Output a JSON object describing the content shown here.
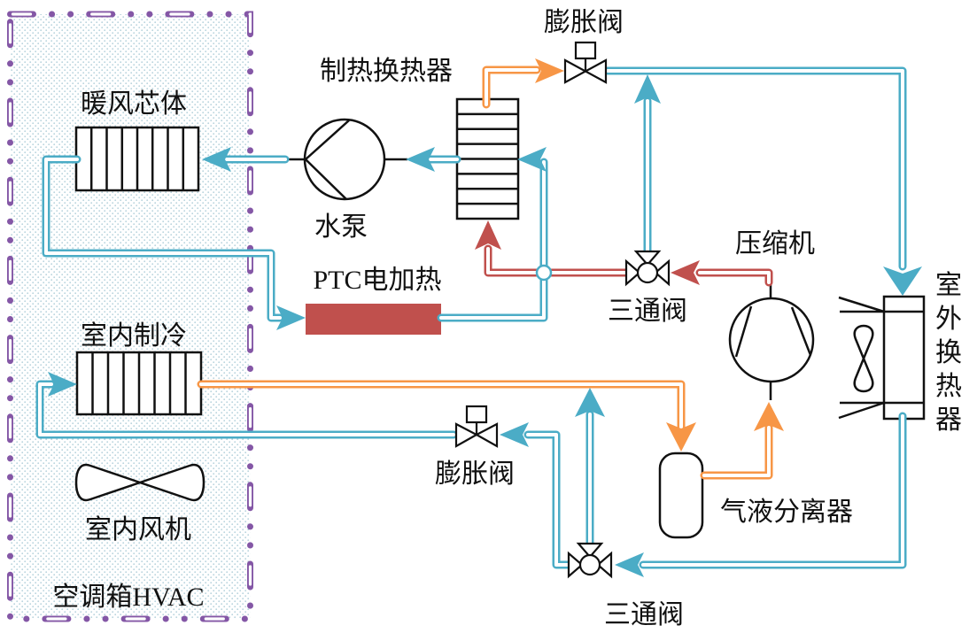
{
  "diagram": {
    "type": "heat-pump-hvac-schematic",
    "labels": {
      "heater_core": "暖风芯体",
      "heating_heat_exchanger": "制热换热器",
      "expansion_valve_top": "膨胀阀",
      "water_pump": "水泵",
      "ptc_heater": "PTC电加热",
      "compressor": "压缩机",
      "three_way_valve_top": "三通阀",
      "indoor_cooling": "室内制冷",
      "expansion_valve_bottom": "膨胀阀",
      "gas_liquid_separator": "气液分离器",
      "indoor_fan": "室内风机",
      "three_way_valve_bottom": "三通阀",
      "hvac_box": "空调箱HVAC",
      "outdoor_heat_exchanger": "室外换热器"
    },
    "colors": {
      "coolant_line": "#4BACC6",
      "hot_refrigerant_line": "#C0504D",
      "suction_refrigerant_line": "#F79646",
      "hvac_box_border": "#8457A6",
      "ptc_fill": "#C0504D",
      "component_outline": "#111111"
    }
  }
}
